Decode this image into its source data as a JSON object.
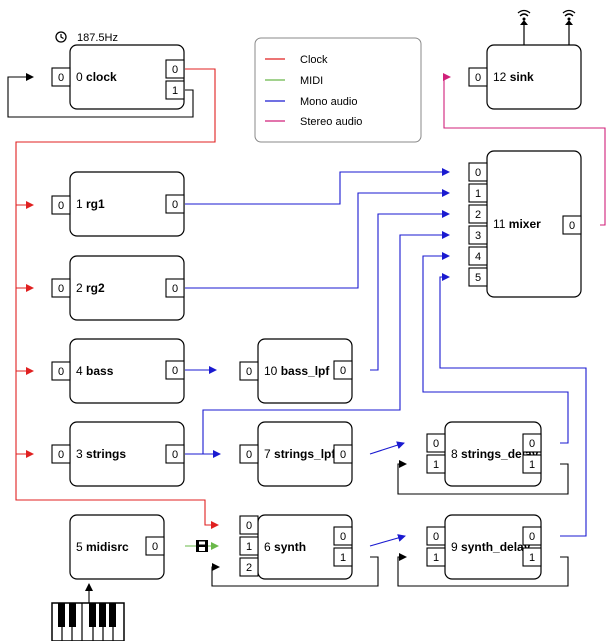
{
  "clock_rate": "187.5Hz",
  "legend": [
    {
      "label": "Clock",
      "color": "#e02020"
    },
    {
      "label": "MIDI",
      "color": "#6ab84a"
    },
    {
      "label": "Mono audio",
      "color": "#1a1ad0"
    },
    {
      "label": "Stereo audio",
      "color": "#d0207a"
    }
  ],
  "nodes": [
    {
      "key": "clock",
      "id": "0",
      "name": "clock",
      "inputs": [
        "0"
      ],
      "outputs": [
        "0",
        "1"
      ]
    },
    {
      "key": "sink",
      "id": "12",
      "name": "sink",
      "inputs": [
        "0"
      ],
      "outputs": []
    },
    {
      "key": "rg1",
      "id": "1",
      "name": "rg1",
      "inputs": [
        "0"
      ],
      "outputs": [
        "0"
      ]
    },
    {
      "key": "rg2",
      "id": "2",
      "name": "rg2",
      "inputs": [
        "0"
      ],
      "outputs": [
        "0"
      ]
    },
    {
      "key": "bass",
      "id": "4",
      "name": "bass",
      "inputs": [
        "0"
      ],
      "outputs": [
        "0"
      ]
    },
    {
      "key": "bass_lpf",
      "id": "10",
      "name": "bass_lpf",
      "inputs": [
        "0"
      ],
      "outputs": [
        "0"
      ]
    },
    {
      "key": "strings",
      "id": "3",
      "name": "strings",
      "inputs": [
        "0"
      ],
      "outputs": [
        "0"
      ]
    },
    {
      "key": "strings_lpf",
      "id": "7",
      "name": "strings_lpf",
      "inputs": [
        "0"
      ],
      "outputs": [
        "0"
      ]
    },
    {
      "key": "strings_delay",
      "id": "8",
      "name": "strings_delay",
      "inputs": [
        "0",
        "1"
      ],
      "outputs": [
        "0",
        "1"
      ]
    },
    {
      "key": "mixer",
      "id": "11",
      "name": "mixer",
      "inputs": [
        "0",
        "1",
        "2",
        "3",
        "4",
        "5"
      ],
      "outputs": [
        "0"
      ]
    },
    {
      "key": "midisrc",
      "id": "5",
      "name": "midisrc",
      "inputs": [],
      "outputs": [
        "0"
      ]
    },
    {
      "key": "synth",
      "id": "6",
      "name": "synth",
      "inputs": [
        "0",
        "1",
        "2"
      ],
      "outputs": [
        "0",
        "1"
      ]
    },
    {
      "key": "synth_delay",
      "id": "9",
      "name": "synth_delay",
      "inputs": [
        "0",
        "1"
      ],
      "outputs": [
        "0",
        "1"
      ]
    }
  ],
  "connections": [
    {
      "type": "clock",
      "from": "clock.out0",
      "to": "rg1.in0"
    },
    {
      "type": "clock",
      "from": "clock.out0",
      "to": "rg2.in0"
    },
    {
      "type": "clock",
      "from": "clock.out0",
      "to": "bass.in0"
    },
    {
      "type": "clock",
      "from": "clock.out0",
      "to": "strings.in0"
    },
    {
      "type": "clock",
      "from": "clock.out0",
      "to": "synth.in0"
    },
    {
      "type": "clock",
      "from": "clock.out1",
      "to": "clock.in0"
    },
    {
      "type": "midi",
      "from": "midisrc.out0",
      "to": "synth.in1"
    },
    {
      "type": "mono",
      "from": "rg1.out0",
      "to": "mixer.in0"
    },
    {
      "type": "mono",
      "from": "rg2.out0",
      "to": "mixer.in1"
    },
    {
      "type": "mono",
      "from": "bass.out0",
      "to": "bass_lpf.in0"
    },
    {
      "type": "mono",
      "from": "bass_lpf.out0",
      "to": "mixer.in2"
    },
    {
      "type": "mono",
      "from": "strings.out0",
      "to": "strings_lpf.in0"
    },
    {
      "type": "mono",
      "from": "strings.out0",
      "to": "mixer.in3"
    },
    {
      "type": "mono",
      "from": "strings_lpf.out0",
      "to": "strings_delay.in0"
    },
    {
      "type": "mono",
      "from": "strings_delay.out0",
      "to": "mixer.in4"
    },
    {
      "type": "mono",
      "from": "synth.out0",
      "to": "synth_delay.in0"
    },
    {
      "type": "mono",
      "from": "synth_delay.out0",
      "to": "mixer.in5"
    },
    {
      "type": "mono",
      "from": "strings_delay.out1",
      "to": "strings_delay.in1"
    },
    {
      "type": "mono",
      "from": "synth.out1",
      "to": "synth.in2"
    },
    {
      "type": "mono",
      "from": "synth_delay.out1",
      "to": "synth_delay.in1"
    },
    {
      "type": "stereo",
      "from": "mixer.out0",
      "to": "sink.in0"
    }
  ],
  "icons": {
    "clock_rate": "clock-icon",
    "sink": "speaker-icon",
    "midisrc": "piano-keyboard-icon",
    "midi_link": "save-icon"
  }
}
